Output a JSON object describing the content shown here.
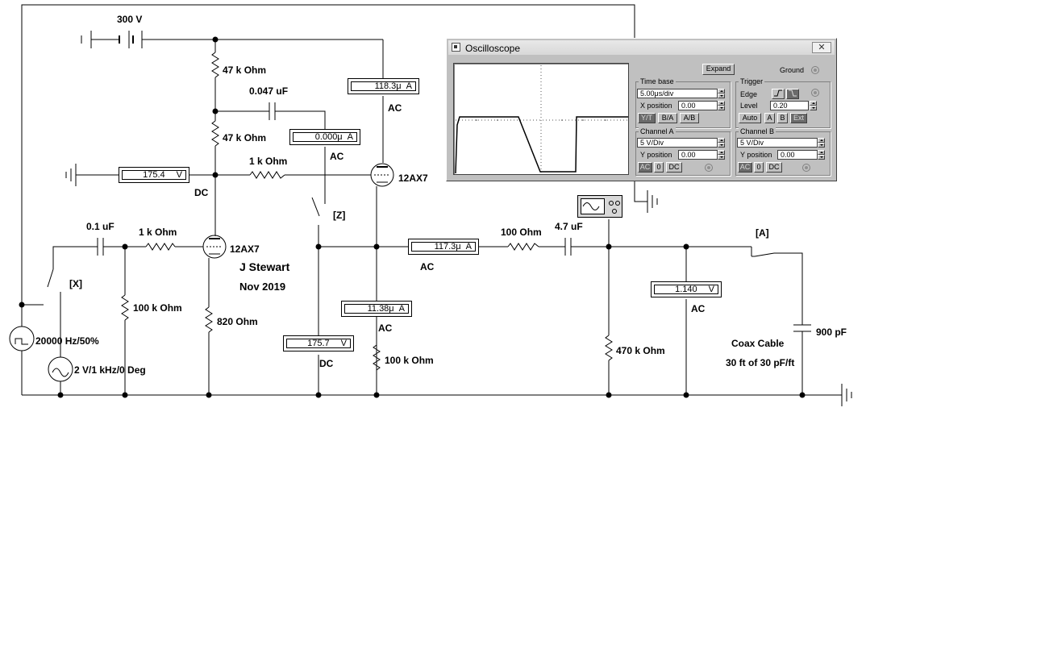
{
  "labels": {
    "supply": "300 V",
    "r_47k_top": "47 k Ohm",
    "c_047": "0.047 uF",
    "r_47k_bot": "47 k Ohm",
    "r_1k_grid2": "1 k Ohm",
    "dc_175_4": "DC",
    "ac_top": "AC",
    "ac_mid": "AC",
    "tube1": "12AX7",
    "tube2": "12AX7",
    "switch_z": "[Z]",
    "c_01": "0.1 uF",
    "r_1k_grid1": "1 k Ohm",
    "switch_x": "[X]",
    "r_100k_grid": "100 k Ohm",
    "r_820": "820  Ohm",
    "author": "J Stewart",
    "date": "Nov 2019",
    "source_square": "20000 Hz/50%",
    "source_sine": "2 V/1 kHz/0 Deg",
    "dc_175_7": "DC",
    "ac_117": "AC",
    "ac_11": "AC",
    "r_100k_cath": "100 k Ohm",
    "r_100": "100  Ohm",
    "c_47": "4.7 uF",
    "r_470k": "470 k Ohm",
    "switch_a": "[A]",
    "ac_1140": "AC",
    "cable_title": "Coax Cable",
    "cable_desc": "30 ft of 30 pF/ft",
    "c_900": "900 pF"
  },
  "meters": {
    "m_1183": {
      "value": "118.3μ",
      "unit": "A"
    },
    "m_0000": {
      "value": "0.000μ",
      "unit": "A"
    },
    "m_1754": {
      "value": "175.4",
      "unit": "V"
    },
    "m_1173": {
      "value": "117.3μ",
      "unit": "A"
    },
    "m_1138": {
      "value": "11.38μ",
      "unit": "A"
    },
    "m_1757": {
      "value": "175.7",
      "unit": "V"
    },
    "m_1140": {
      "value": "1.140",
      "unit": "V"
    }
  },
  "oscilloscope": {
    "title": "Oscilloscope",
    "close": "✕",
    "expand": "Expand",
    "ground": "Ground",
    "timebase": {
      "label": "Time base",
      "value": "5.00μs/div",
      "xpos_label": "X position",
      "xpos_value": "0.00",
      "yt": "Y/T",
      "ba": "B/A",
      "ab": "A/B"
    },
    "trigger": {
      "label": "Trigger",
      "edge_label": "Edge",
      "level_label": "Level",
      "level_value": "0.20",
      "auto": "Auto",
      "a": "A",
      "b": "B",
      "ext": "Ext"
    },
    "channel_a": {
      "label": "Channel A",
      "value": "5  V/Div",
      "ypos_label": "Y position",
      "ypos_value": "0.00",
      "ac": "AC",
      "zero": "0",
      "dc": "DC"
    },
    "channel_b": {
      "label": "Channel B",
      "value": "5  V/Div",
      "ypos_label": "Y position",
      "ypos_value": "0.00",
      "ac": "AC",
      "zero": "0",
      "dc": "DC"
    }
  }
}
